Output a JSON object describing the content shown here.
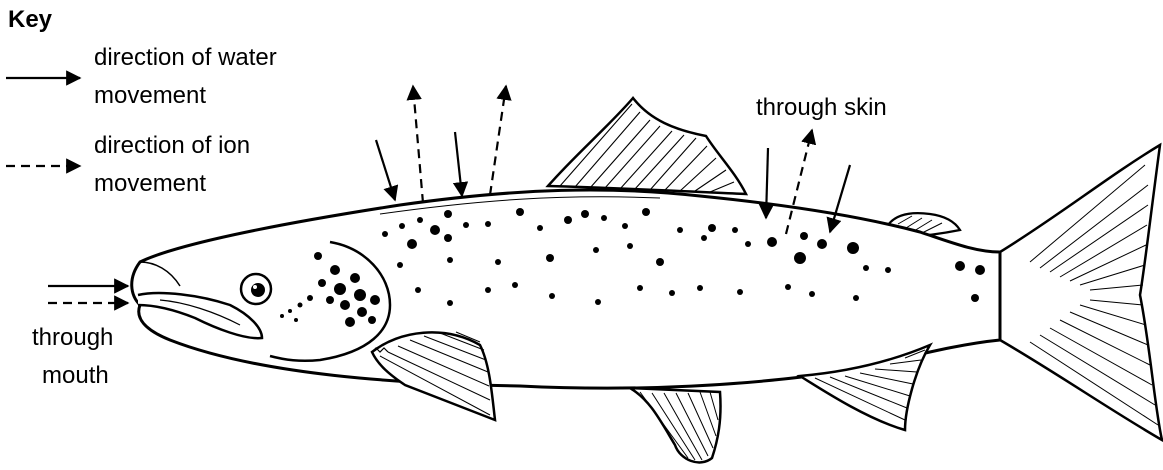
{
  "key": {
    "title": "Key",
    "water_line1": "direction of water",
    "water_line2": "movement",
    "ion_line1": "direction of ion",
    "ion_line2": "movement"
  },
  "labels": {
    "skin": "through skin",
    "mouth_line1": "through",
    "mouth_line2": "mouth"
  },
  "colors": {
    "ink": "#000000",
    "background": "#ffffff"
  }
}
